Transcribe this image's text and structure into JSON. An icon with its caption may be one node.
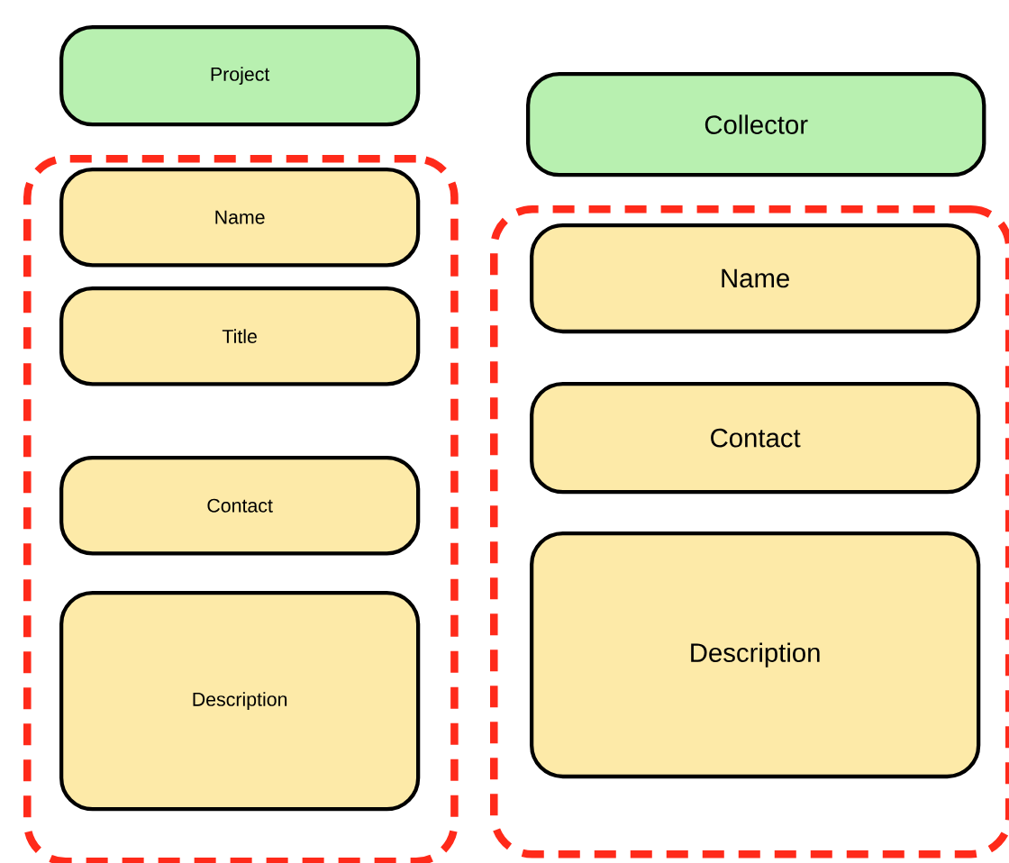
{
  "diagram": {
    "nodes": [
      {
        "text": [
          "Project"
        ]
      },
      {
        "text": [],
        "shape": "box"
      },
      {
        "text": [
          "Name"
        ],
        "in": 1
      },
      {
        "text": [
          "Title"
        ],
        "in": 1
      },
      {
        "text": [
          "Contact"
        ],
        "in": 1
      },
      {
        "text": [
          "Description"
        ],
        "in": 1
      },
      {
        "text": [
          "Collector"
        ]
      },
      {
        "text": [],
        "shape": "box"
      },
      {
        "text": [
          "Name"
        ],
        "in": 7
      },
      {
        "text": [
          "Contact"
        ],
        "in": 7
      },
      {
        "text": [
          "Description"
        ],
        "in": 7
      }
    ]
  }
}
